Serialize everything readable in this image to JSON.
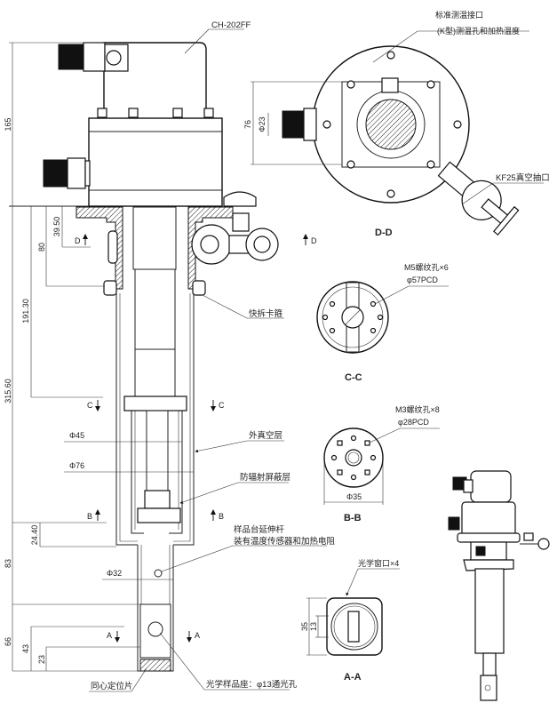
{
  "title": "Optical cryostat sample rod assembly drawing",
  "main_view": {
    "part_label": "CH-202FF",
    "dimensions": {
      "overall_top": "165",
      "overall_lower": "315.60",
      "d_to_c": "191.30",
      "flange_to_clamp": "80",
      "flange_to_d": "39.50",
      "b_offset": "24.40",
      "lower_tube": "83",
      "holder": "66",
      "a_height": "43",
      "window_height": "23",
      "dia_inner": "Φ45",
      "dia_outer": "Φ76",
      "dia_tail": "Φ32"
    },
    "labels": {
      "quick_clamp": "快拆卡箍",
      "outer_vacuum": "外真空层",
      "radiation_shield": "防辐射屏蔽层",
      "extension_rod_1": "样品台延伸杆",
      "extension_rod_2": "装有温度传感器和加热电阻",
      "centering_plate": "同心定位片",
      "optical_holder": "光学样品座：φ13通光孔"
    },
    "section_marks": {
      "d": "D",
      "c": "C",
      "b": "B",
      "a": "A"
    }
  },
  "section_dd": {
    "title": "D-D",
    "label_top_1": "标准测温接口",
    "label_top_2": "(K型)测温孔和加热温度",
    "label_vacuum": "KF25真空抽口",
    "dim_height": "76",
    "dim_dia": "Φ23"
  },
  "section_cc": {
    "title": "C-C",
    "holes": "M5螺纹孔×6",
    "pcd": "φ57PCD"
  },
  "section_bb": {
    "title": "B-B",
    "holes": "M3螺纹孔×8",
    "pcd": "φ28PCD",
    "dia": "Φ35"
  },
  "section_aa": {
    "title": "A-A",
    "windows": "光学窗口×4",
    "dim_outer": "35",
    "dim_inner": "13"
  }
}
